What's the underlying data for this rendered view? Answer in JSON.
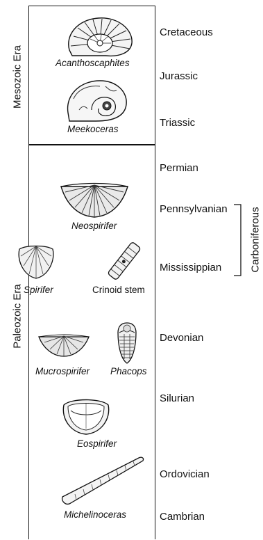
{
  "eras": [
    {
      "label": "Mesozoic Era"
    },
    {
      "label": "Paleozoic Era"
    }
  ],
  "periods": [
    "Cretaceous",
    "Jurassic",
    "Triassic",
    "Permian",
    "Pennsylvanian",
    "Mississippian",
    "Devonian",
    "Silurian",
    "Ordovician",
    "Cambrian"
  ],
  "bracket_label": "Carboniferous",
  "fossils": [
    {
      "name": "Acanthoscaphites",
      "icon": "ammonite-icon"
    },
    {
      "name": "Meekoceras",
      "icon": "ammonoid-icon"
    },
    {
      "name": "Neospirifer",
      "icon": "brachiopod-icon"
    },
    {
      "name": "Spirifer",
      "icon": "brachiopod-shell-icon"
    },
    {
      "name": "Crinoid stem",
      "icon": "crinoid-stem-icon"
    },
    {
      "name": "Mucrospirifer",
      "icon": "brachiopod-icon"
    },
    {
      "name": "Phacops",
      "icon": "trilobite-icon"
    },
    {
      "name": "Eospirifer",
      "icon": "brachiopod-icon"
    },
    {
      "name": "Michelinoceras",
      "icon": "nautiloid-icon"
    }
  ]
}
